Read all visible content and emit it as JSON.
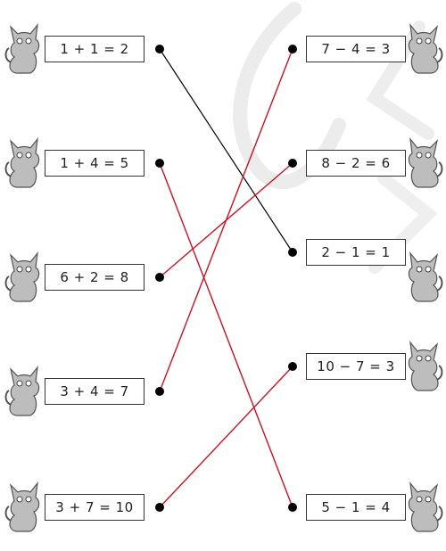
{
  "left_equations": [
    "1 + 1 = 2",
    "1 + 4 = 5",
    "6 + 2 = 8",
    "3 + 4 = 7",
    "3 + 7 = 10"
  ],
  "right_equations": [
    "7 − 4 = 3",
    "8 − 2 = 6",
    "2 − 1 = 1",
    "10 − 7 = 3",
    "5 − 1 = 4"
  ],
  "connections": [
    {
      "from": 1,
      "to": 3,
      "color": "#000000"
    },
    {
      "from": 2,
      "to": 5,
      "color": "#cc1122"
    },
    {
      "from": 3,
      "to": 2,
      "color": "#cc1122"
    },
    {
      "from": 4,
      "to": 1,
      "color": "#cc1122"
    },
    {
      "from": 5,
      "to": 4,
      "color": "#cc1122"
    }
  ],
  "icons": {
    "character": "cartoon-cat-icon",
    "endpoint": "dot-icon"
  },
  "colors": {
    "line_black": "#000000",
    "line_red": "#cc1122",
    "watermark": "#e8e8e8"
  }
}
